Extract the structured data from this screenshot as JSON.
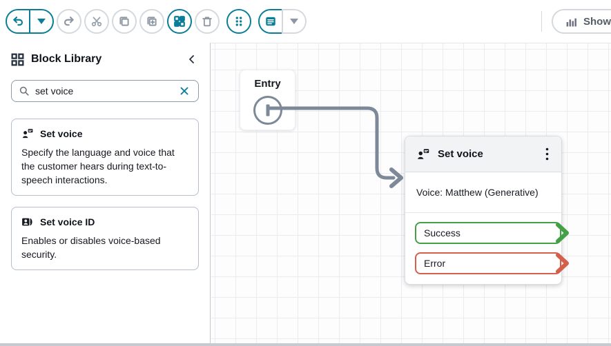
{
  "toolbar": {
    "icons": [
      "undo",
      "undo-menu-caret",
      "redo",
      "cut",
      "copy",
      "paste",
      "blocks",
      "trash",
      "drag-handle",
      "annotation",
      "annotation-menu-caret"
    ],
    "show_metrics_label": "Show M"
  },
  "sidebar": {
    "title": "Block Library",
    "search_value": "set voice",
    "blocks": [
      {
        "title": "Set voice",
        "description": "Specify the language and voice that the customer hears during text-to-speech interactions."
      },
      {
        "title": "Set voice ID",
        "description": "Enables or disables voice-based security."
      }
    ]
  },
  "canvas": {
    "entry_label": "Entry",
    "node": {
      "title": "Set voice",
      "detail": "Voice: Matthew (Generative)",
      "branches": [
        {
          "label": "Success",
          "color": "#43a047"
        },
        {
          "label": "Error",
          "color": "#d4604c"
        }
      ]
    }
  },
  "colors": {
    "accent_teal": "#0b7d99",
    "icon_gray": "#8c97a3",
    "connector_gray": "#7d8998",
    "success_green": "#43a047",
    "error_red": "#d4604c"
  }
}
